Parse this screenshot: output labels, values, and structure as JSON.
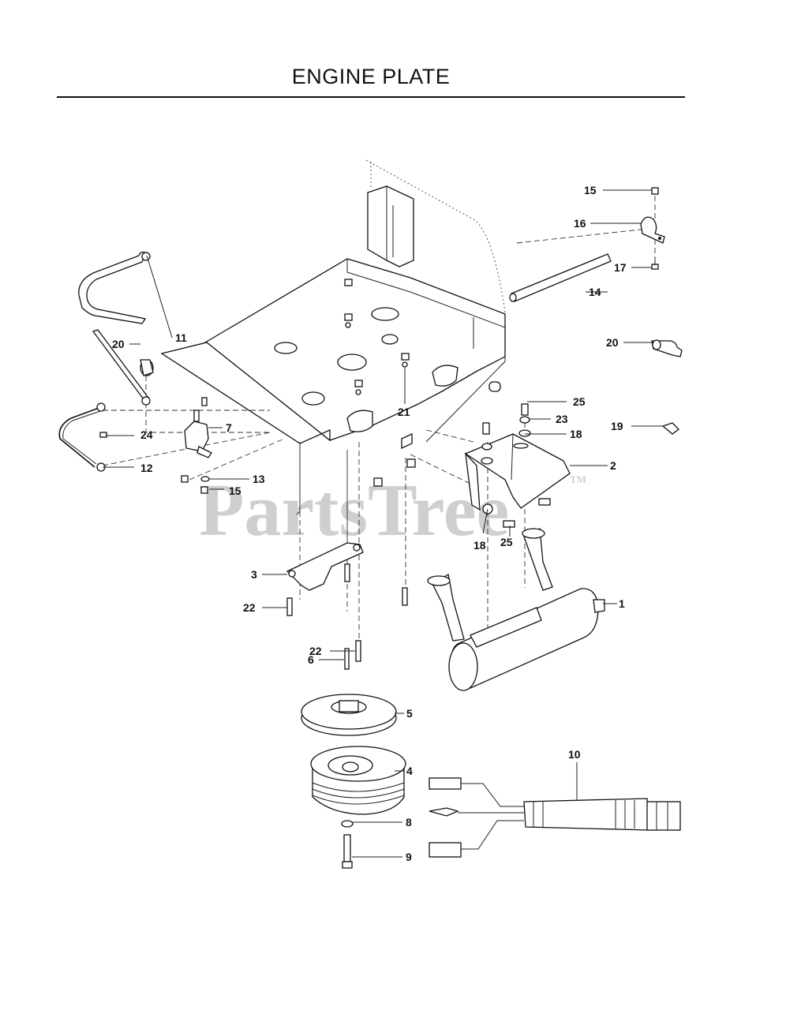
{
  "title": "ENGINE PLATE",
  "watermark": {
    "text": "PartsTree",
    "tm": "TM"
  },
  "callouts": [
    {
      "id": "1",
      "text": "1"
    },
    {
      "id": "2",
      "text": "2"
    },
    {
      "id": "3",
      "text": "3"
    },
    {
      "id": "4",
      "text": "4"
    },
    {
      "id": "5",
      "text": "5"
    },
    {
      "id": "6",
      "text": "6"
    },
    {
      "id": "7",
      "text": "7"
    },
    {
      "id": "8",
      "text": "8"
    },
    {
      "id": "9",
      "text": "9"
    },
    {
      "id": "10",
      "text": "10"
    },
    {
      "id": "11",
      "text": "11"
    },
    {
      "id": "12",
      "text": "12"
    },
    {
      "id": "13",
      "text": "13"
    },
    {
      "id": "14",
      "text": "14"
    },
    {
      "id": "15a",
      "text": "15"
    },
    {
      "id": "15b",
      "text": "15"
    },
    {
      "id": "16",
      "text": "16"
    },
    {
      "id": "17",
      "text": "17"
    },
    {
      "id": "18a",
      "text": "18"
    },
    {
      "id": "18b",
      "text": "18"
    },
    {
      "id": "19",
      "text": "19"
    },
    {
      "id": "20a",
      "text": "20"
    },
    {
      "id": "20b",
      "text": "20"
    },
    {
      "id": "21",
      "text": "21"
    },
    {
      "id": "22a",
      "text": "22"
    },
    {
      "id": "22b",
      "text": "22"
    },
    {
      "id": "23",
      "text": "23"
    },
    {
      "id": "24",
      "text": "24"
    },
    {
      "id": "25a",
      "text": "25"
    },
    {
      "id": "25b",
      "text": "25"
    }
  ]
}
